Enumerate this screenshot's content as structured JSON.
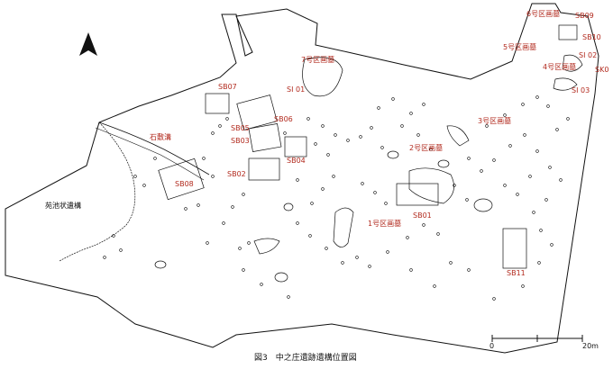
{
  "caption": "図3　中之庄遺跡遺構位置図",
  "north_arrow": "north-arrow-icon",
  "scale": {
    "zero": "0",
    "max": "20m"
  },
  "labels": {
    "sb09": "SB09",
    "k6": "6号区画墓",
    "sb10": "SB10",
    "k5": "5号区画墓",
    "si02": "SI 02",
    "k4": "4号区画墓",
    "sk0": "SK0",
    "si03": "SI 03",
    "k7": "7号区画墓",
    "si01": "SI 01",
    "sb07": "SB07",
    "sb06": "SB06",
    "sb05": "SB05",
    "sb03": "SB03",
    "sb04": "SB04",
    "sb02": "SB02",
    "sb08": "SB08",
    "sekimonko": "石敷溝",
    "k3": "3号区画墓",
    "k2": "2号区画墓",
    "sb01": "SB01",
    "k1": "1号区画墓",
    "sb11": "SB11",
    "enchi": "苑池状遺構"
  },
  "colors": {
    "label": "#b22a1e",
    "line": "#111111"
  }
}
